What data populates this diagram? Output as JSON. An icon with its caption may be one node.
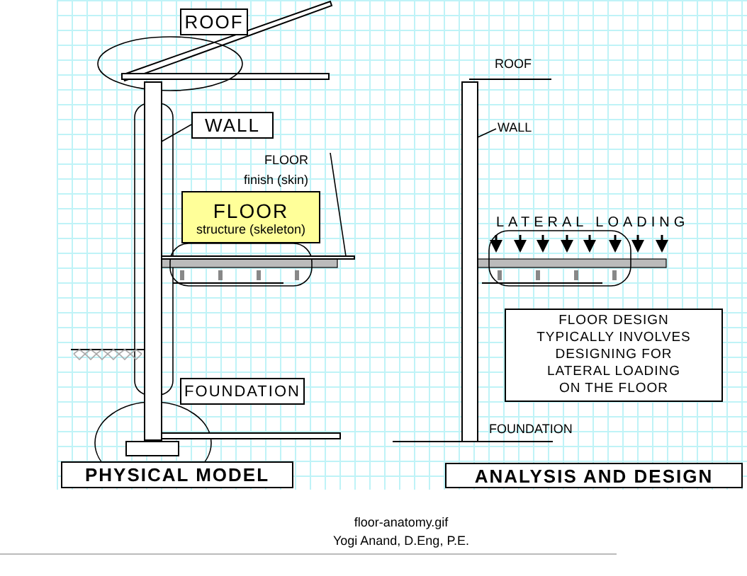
{
  "diagram": {
    "nodes": [
      {
        "text": [
          "ROOF"
        ]
      },
      {
        "text": [
          "WALL"
        ]
      },
      {
        "text": [],
        "shape": "bar"
      },
      {
        "text": [
          "FLOOR",
          "finish (skin)"
        ]
      },
      {
        "text": [],
        "shape": "bar"
      },
      {
        "text": [
          "FLOOR",
          "structure (skeleton)"
        ]
      },
      {
        "text": [
          "FOUNDATION"
        ]
      },
      {
        "text": [
          "PHYSICAL MODEL"
        ]
      },
      {
        "text": [
          "WALL"
        ]
      },
      {
        "text": [],
        "shape": "bar"
      },
      {
        "text": [
          "FLOOR DESIGN TYPICALLY INVOLVES DESIGNING FOR LATERAL LOADING ON THE FLOOR"
        ]
      },
      {
        "text": [
          "ANALYSIS AND DESIGN"
        ]
      }
    ],
    "edges": [
      {
        "from": 1,
        "to": 2,
        "arrow": "none"
      },
      {
        "from": 3,
        "to": 4,
        "arrow": "none"
      },
      {
        "from": 8,
        "to": 9,
        "arrow": "none"
      }
    ],
    "labels": [
      "ROOF",
      "LATERAL LOADING",
      "FOUNDATION",
      "floor-anatomy.gif",
      "Yogi Anand, D.Eng, P.E."
    ]
  }
}
